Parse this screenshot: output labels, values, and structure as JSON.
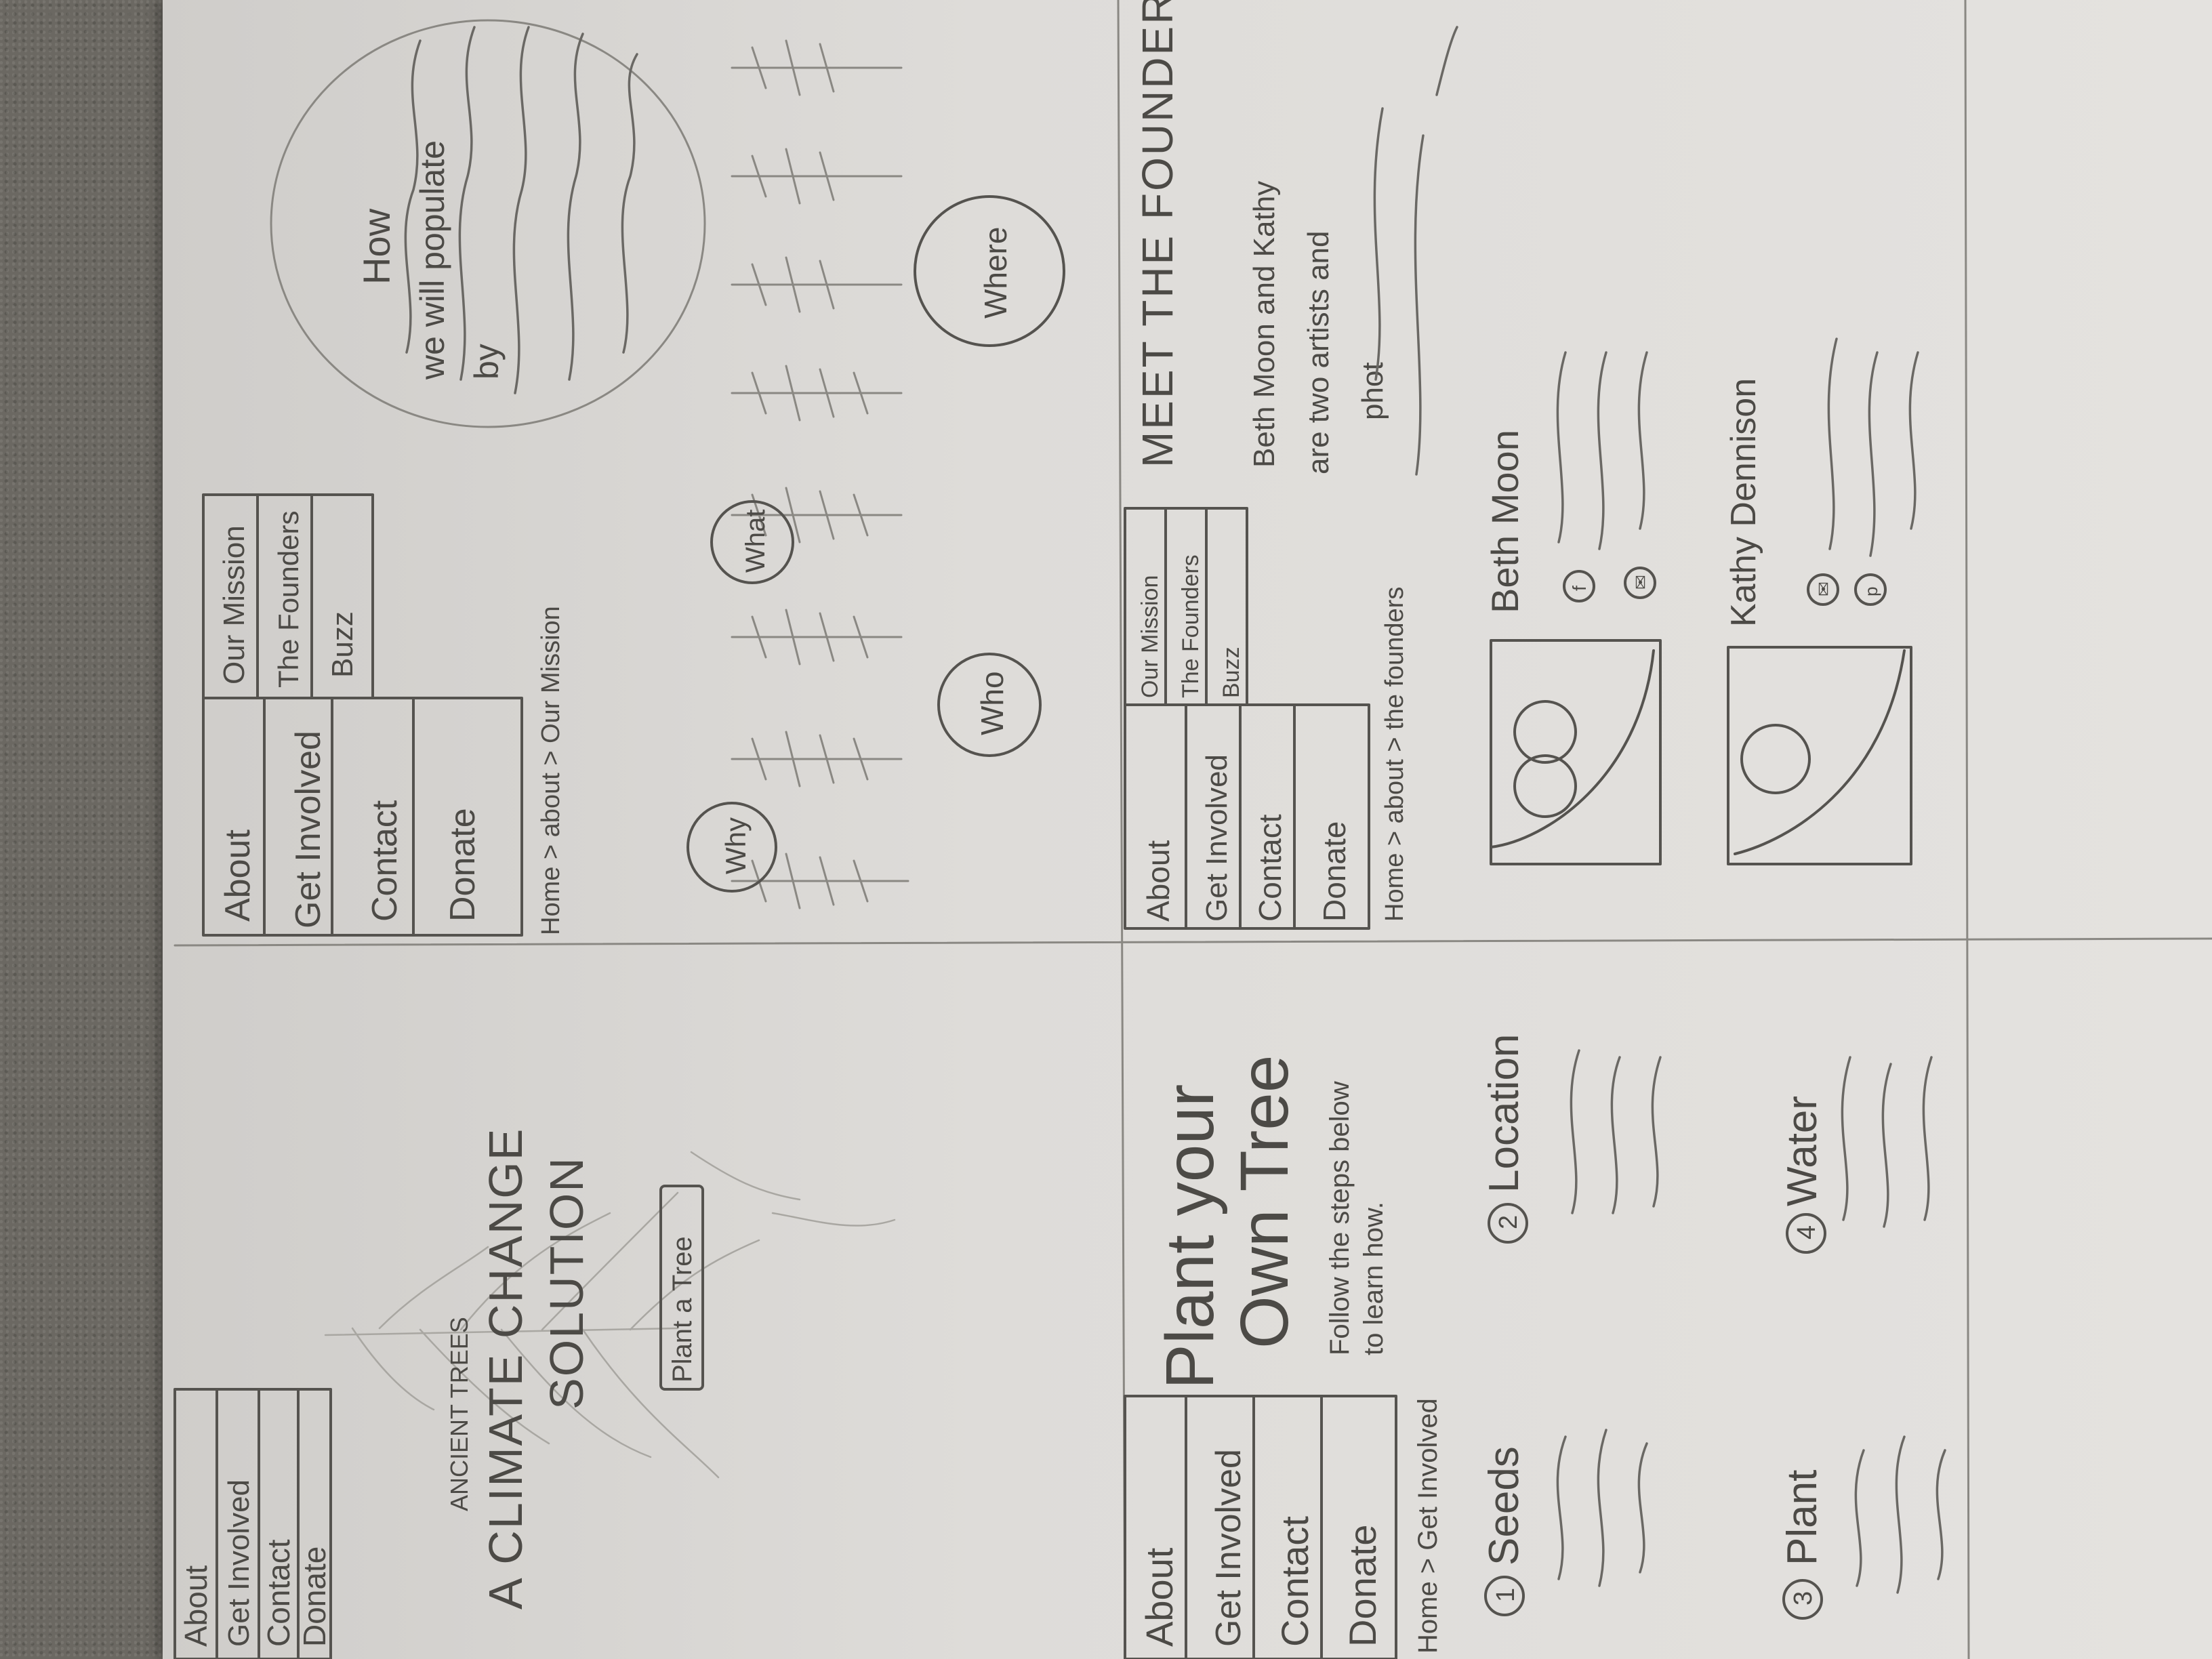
{
  "panel_home": {
    "nav": [
      "About",
      "Get Involved",
      "Contact",
      "Donate"
    ],
    "eyebrow": "ANCIENT TREES",
    "headline_1": "A CLIMATE CHANGE",
    "headline_2": "SOLUTION",
    "cta": "Plant a Tree"
  },
  "panel_mission": {
    "nav": [
      "About",
      "Get Involved",
      "Contact",
      "Donate"
    ],
    "subnav": [
      "Our Mission",
      "The Founders",
      "Buzz"
    ],
    "breadcrumb": "Home > about > Our Mission",
    "bubbles": [
      "Why",
      "Who",
      "What",
      "Where"
    ],
    "how_1": "How",
    "how_2": "we will populate",
    "how_3": "by"
  },
  "panel_involved": {
    "nav": [
      "About",
      "Get Involved",
      "Contact",
      "Donate"
    ],
    "breadcrumb": "Home > Get Involved",
    "title_1": "Plant your",
    "title_2": "Own Tree",
    "subtitle_1": "Follow the steps below",
    "subtitle_2": "to learn how.",
    "steps": [
      {
        "num": "1",
        "label": "Seeds"
      },
      {
        "num": "2",
        "label": "Location"
      },
      {
        "num": "3",
        "label": "Plant"
      },
      {
        "num": "4",
        "label": "Water"
      }
    ]
  },
  "panel_founders": {
    "nav": [
      "About",
      "Get Involved",
      "Contact",
      "Donate"
    ],
    "subnav": [
      "Our Mission",
      "The Founders",
      "Buzz"
    ],
    "breadcrumb": "Home > about > the founders",
    "title": "MEET THE FOUNDERS",
    "intro_1": "Beth Moon and Kathy",
    "intro_2": "are two artists and",
    "intro_3": "phot",
    "founders": [
      {
        "name": "Beth Moon",
        "icons": [
          "f",
          "✉"
        ]
      },
      {
        "name": "Kathy Dennison",
        "icons": [
          "✉",
          "p"
        ]
      }
    ]
  }
}
